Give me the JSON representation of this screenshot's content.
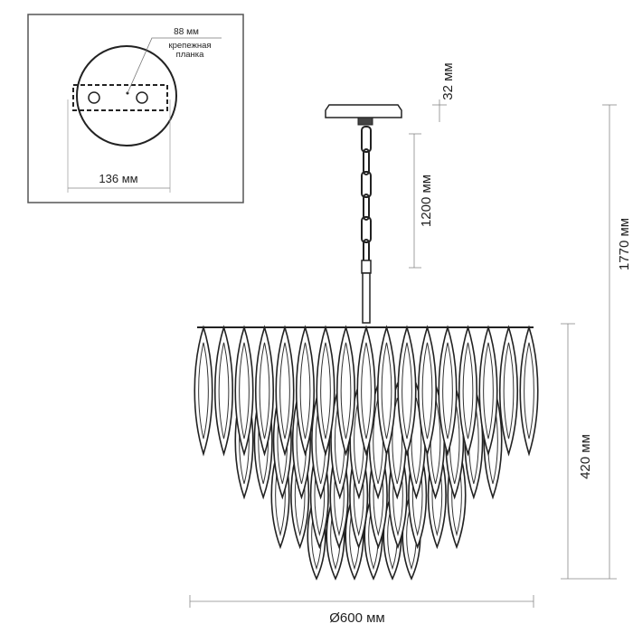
{
  "inset": {
    "bracket_width": "88 мм",
    "bracket_label_line1": "крепежная",
    "bracket_label_line2": "планка",
    "canopy_diameter": "136 мм"
  },
  "dimensions": {
    "canopy_height": "32 мм",
    "chain_length": "1200 мм",
    "total_height": "1770 мм",
    "body_height": "420 мм",
    "diameter": "Ø600 мм"
  },
  "colors": {
    "line": "#222222",
    "dim": "#888888"
  }
}
